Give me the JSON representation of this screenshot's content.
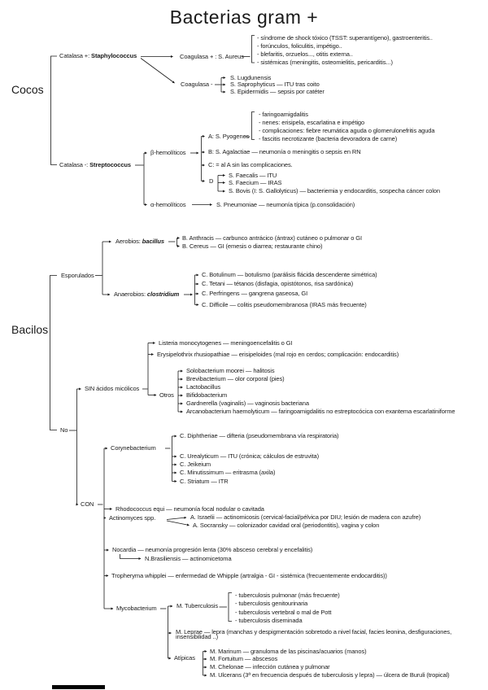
{
  "title": "Bacterias gram +",
  "colors": {
    "ink": "#1a1a1a",
    "background": "#ffffff"
  },
  "tree": {
    "cocos": {
      "heading": "Cocos",
      "staph_prefix": "Catalasa +: ",
      "staph_name": "Staphylococcus",
      "coag_pos": "Coagulasa + : S. Aureus",
      "aureus": [
        "- síndrome de shock tóxico (TSST: superantígeno), gastroenteritis..",
        "- forúnculos, foliculitis, impétigo..",
        "- blefaritis, orzuelos..., otitis externa..",
        "- sistémicas (meningitis, osteomielitis, pericarditis...)"
      ],
      "coag_neg": "Coagulasa -",
      "coag_neg_items": [
        "S. Lugdunensis",
        "S. Saprophyticus — ITU tras coito",
        "S. Epidermidis — sepsis por catéter"
      ],
      "strep_prefix": "Catalasa -: ",
      "strep_name": "Streptococcus",
      "beta": "β-hemolíticos",
      "alfa": "α-hemolíticos",
      "pyogenes": "A: S. Pyogenes",
      "pyogenes_items": [
        "- faringoamigdalitis",
        "- nenes: erisipela, escarlatina e impétigo",
        "- complicaciones: fiebre reumática aguda o glomerulonefritis aguda",
        "- fascitis necrotizante (bacteria devoradora de carne)"
      ],
      "agalactiae": "B: S. Agalactiae — neumonía o meningitis o sepsis en RN",
      "grupo_c": "C: = al A sin las complicaciones.",
      "grupo_d": "D",
      "d_items": [
        "S. Faecalis — ITU",
        "S. Faecium — IRAS",
        "S. Bovis (I: S. Gallolyticus) — bacteriemia y endocarditis, sospecha cáncer colon"
      ],
      "pneumoniae": "S. Pneumoniae — neumonía típica (p.consolidación)"
    },
    "bacilos": {
      "heading": "Bacilos",
      "esporulados": "Esporulados",
      "aerobios_prefix": "Aerobios: ",
      "aerobios_name": "bacillus",
      "aerobios_items": [
        "B. Anthracis — carbunco antrácico (ántrax) cutáneo o pulmonar o GI",
        "B. Cereus — GI (emesis o diarrea; restaurante chino)"
      ],
      "anaerobios_prefix": "Anaerobios: ",
      "anaerobios_name": "clostridium",
      "anaerobios_items": [
        "C. Botulinum — botulismo (parálisis flácida descendente simétrica)",
        "C. Tetani — tétanos (disfagia, opistótonos, risa sardónica)",
        "C. Perfringens — gangrena gaseosa, GI",
        "C. Difficile — colitis pseudomembranosa (IRAS más frecuente)"
      ],
      "no": "No",
      "sin": "SIN ácidos micólicos",
      "listeria": "Listeria monocytogenes — meningoencefalitis o GI",
      "erysipelothrix": "Erysipelothrix rhusiopathiae — erisipeloides (mal rojo en cerdos; complicación: endocarditis)",
      "otros": "Otros",
      "otros_items": [
        "Solobacterium moorei — halitosis",
        "Brevibacterium — olor corporal (pies)",
        "Lactobacillus",
        "Bifidobacterium",
        "Gardnerella (vaginalis) — vaginosis bacteriana",
        "Arcanobacterium haemolyticum — faringoamigdalitis no estreptocócica con exantema escarlatiniforme"
      ],
      "con": "CON",
      "coryne": "Corynebacterium",
      "coryne_items": [
        "C. Diphtheriae — difteria (pseudomembrana vía respiratoria)",
        "C. Urealyticum — ITU (crónica; cálculos de estruvita)",
        "C. Jeikeium",
        "C. Minutissimum — eritrasma (axila)",
        "C. Striatum — ITR"
      ],
      "rhodococcus": "Rhodococcus equi — neumonía focal nodular o cavitada",
      "actinomyces": "Actinomyces spp.",
      "actinomyces_items": [
        "A. Israelii — actinomicosis (cervical-facial/pélvica por DIU; lesión de madera con azufre)",
        "A. Socransky — colonizador cavidad oral (periodontitis), vagina y colon"
      ],
      "nocardia": "Nocardia — neumonía progresión lenta (30% absceso cerebral y encefalitis)",
      "brasiliensis": "N.Brasiliensis — actinomicetoma",
      "tropheryma": "Tropheryma whipplei — enfermedad de Whipple (artralgia - GI - sistémica (frecuentemente endocarditis))",
      "mycobacterium": "Mycobacterium",
      "tuberculosis": "M. Tuberculosis",
      "tuberculosis_items": [
        "- tuberculosis pulmonar (más frecuente)",
        "- tuberculosis genitourinaria",
        "- tuberculosis vertebral o mal de Pott",
        "- tuberculosis diseminada"
      ],
      "leprae": "M. Leprae — lepra (manchas y despigmentación sobretodo a nivel facial, facies leonina, desfiguraciones, insensibilidad ..)",
      "atipicas": "Atípicas",
      "atipicas_items": [
        "M. Marinum — granuloma de las piscinas/acuarios (manos)",
        "M. Fortuitum — abscesos",
        "M. Chelonae — infección cutánea y pulmonar",
        "M. Ulcerans (3ª en frecuencia después de tuberculosis y lepra) — úlcera de Buruli (tropical)"
      ]
    }
  }
}
